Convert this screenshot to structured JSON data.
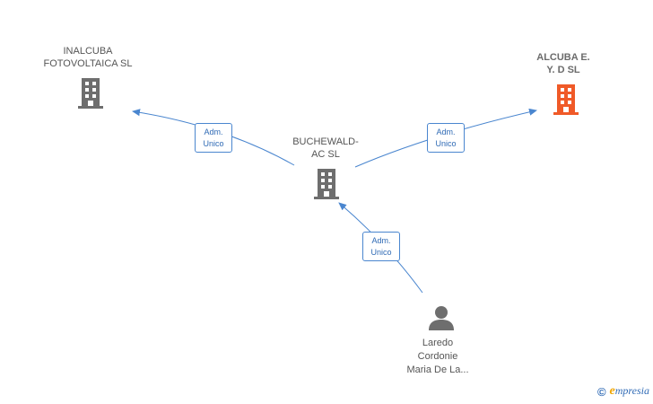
{
  "nodes": {
    "inalcuba": {
      "line1": "INALCUBA",
      "line2": "FOTOVOLTAICA SL"
    },
    "alcuba": {
      "line1": "ALCUBA E.",
      "line2": "Y. D SL"
    },
    "buchewald": {
      "line1": "BUCHEWALD-",
      "line2": "AC SL"
    },
    "person": {
      "line1": "Laredo",
      "line2": "Cordonie",
      "line3": "Maria De La..."
    }
  },
  "edges": {
    "to_inalcuba": {
      "line1": "Adm.",
      "line2": "Unico"
    },
    "to_alcuba": {
      "line1": "Adm.",
      "line2": "Unico"
    },
    "to_buchewald": {
      "line1": "Adm.",
      "line2": "Unico"
    }
  },
  "footer": {
    "copyright": "©",
    "brand_initial": "e",
    "brand_rest": "mpresia"
  },
  "colors": {
    "edge": "#4a86cf",
    "company_icon": "#6e6e6e",
    "highlight_company_icon": "#f05a28",
    "person_icon": "#6e6e6e"
  }
}
